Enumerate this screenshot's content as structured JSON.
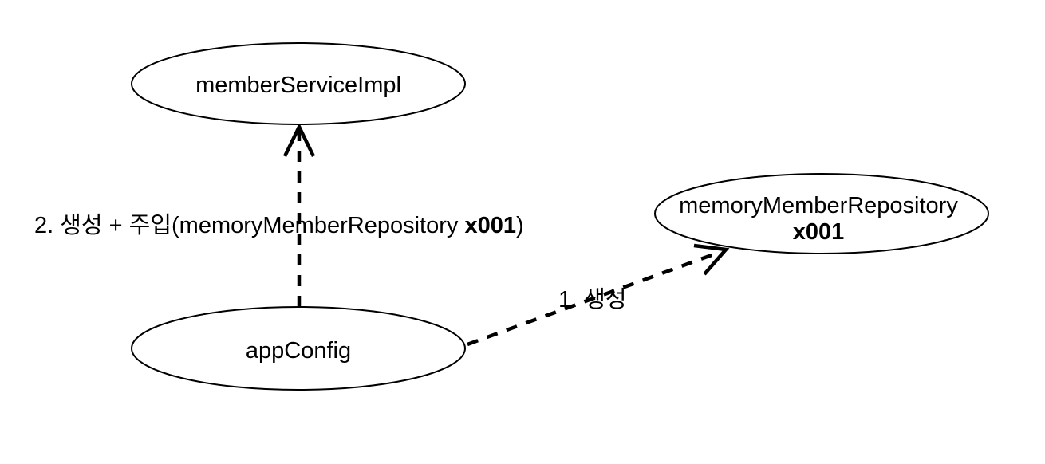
{
  "colors": {
    "background": "#ffffff",
    "stroke": "#000000",
    "text": "#000000"
  },
  "nodes": {
    "member_service_impl": {
      "label": "memberServiceImpl"
    },
    "memory_member_repository": {
      "label_line1": "memoryMemberRepository",
      "label_line2": "x001"
    },
    "app_config": {
      "label": "appConfig"
    }
  },
  "edges": {
    "create_and_inject": {
      "label_prefix": "2. 생성 + 주입(memoryMemberRepository ",
      "label_bold": "x001",
      "label_suffix": ")"
    },
    "create": {
      "label": "1. 생성"
    }
  }
}
